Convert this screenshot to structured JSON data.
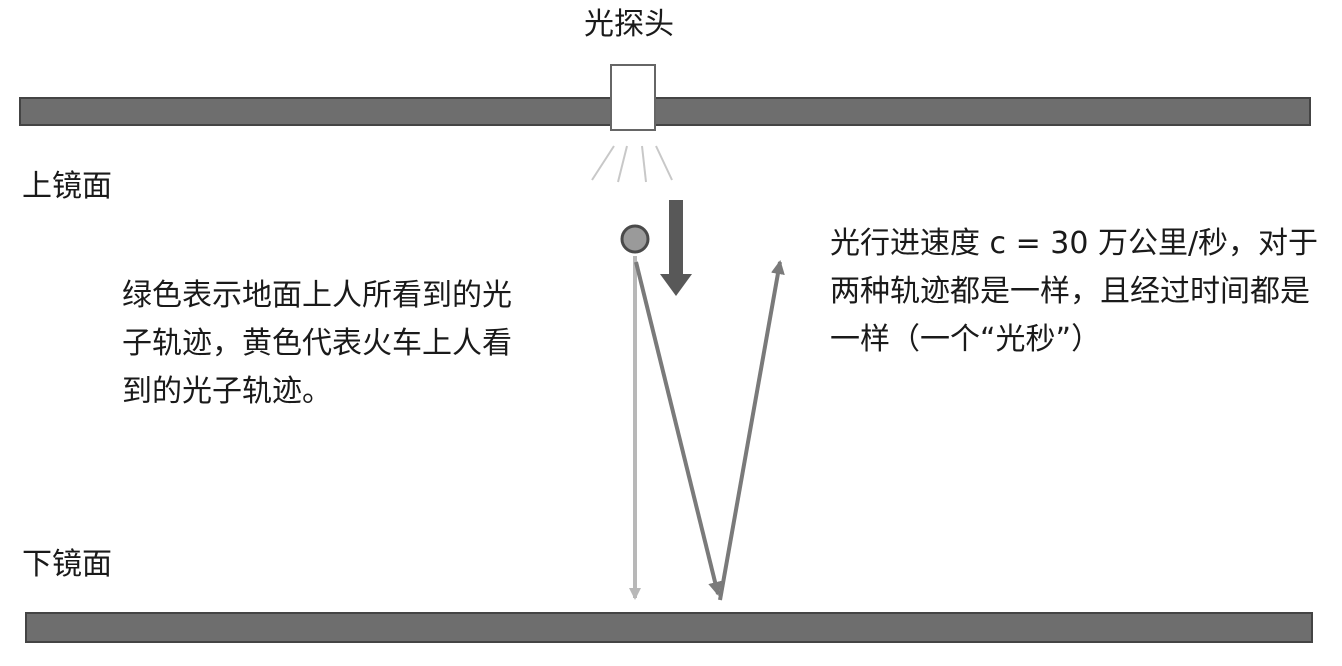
{
  "labels": {
    "detector": "光探头",
    "upper_mirror": "上镜面",
    "lower_mirror": "下镜面"
  },
  "notes": {
    "left": "绿色表示地面上人所看到的光子轨迹，黄色代表火车上人看到的光子轨迹。",
    "right": "光行进速度 c = 30 万公里/秒，对于两种轨迹都是一样，且经过时间都是一样（一个“光秒”）"
  },
  "colors": {
    "mirror_fill": "#6e6e6e",
    "mirror_stroke": "#444444",
    "detector_fill": "#ffffff",
    "detector_stroke": "#666666",
    "ray": "#c8c8c8",
    "motion_arrow": "#585858",
    "photon_fill": "#9a9a9a",
    "photon_stroke": "#4a4a4a",
    "ground_path": "#b8b8b8",
    "train_path": "#7a7a7a"
  },
  "icons": {
    "photon": "circle",
    "motion_arrow": "down-arrow"
  }
}
